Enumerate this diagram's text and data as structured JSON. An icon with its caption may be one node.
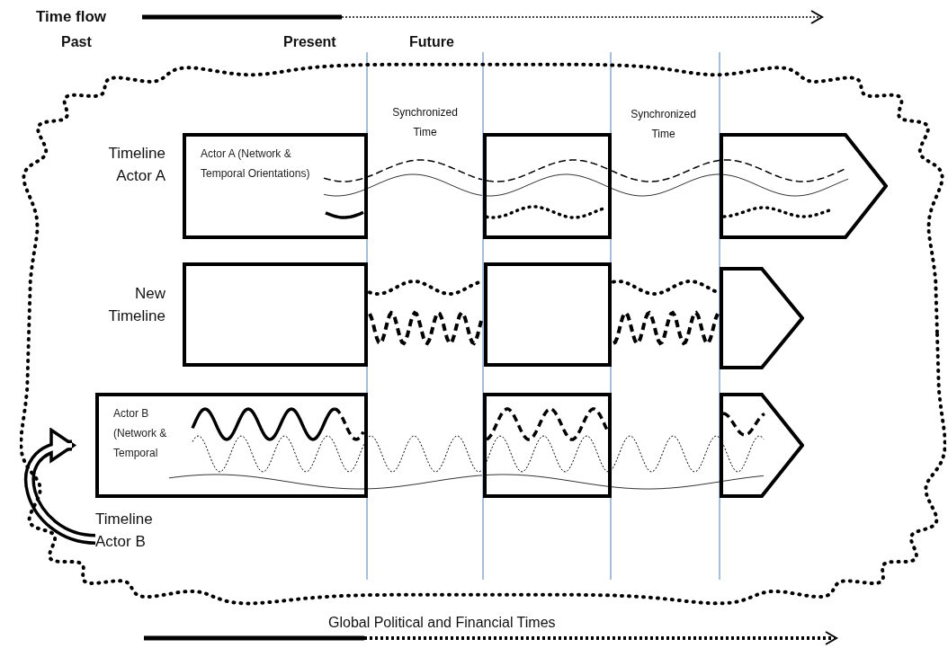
{
  "diagram": {
    "nodes": [
      {
        "text": [],
        "shape": "cloud"
      },
      {
        "text": [
          "Actor A (Network & Temporal Orientations)"
        ],
        "in": 0
      },
      {
        "text": [],
        "shape": "box",
        "in": 0
      },
      {
        "text": [],
        "shape": "pentagon",
        "in": 0
      },
      {
        "text": [],
        "shape": "box",
        "in": 0
      },
      {
        "text": [],
        "shape": "box",
        "in": 0
      },
      {
        "text": [],
        "shape": "pentagon",
        "in": 0
      },
      {
        "text": [
          "Actor B (Network & Temporal"
        ],
        "in": 0
      },
      {
        "text": [],
        "shape": "box",
        "in": 0
      },
      {
        "text": [],
        "shape": "pentagon",
        "in": 0
      },
      {
        "text": [
          "Timeline Actor B"
        ],
        "in": 0
      }
    ],
    "edges": [
      {
        "from": 10,
        "to": 7,
        "arrow": "to",
        "style": "thick"
      },
      {
        "from": 1,
        "to": 2,
        "arrow": "none",
        "style": "dashed"
      },
      {
        "from": 2,
        "to": 3,
        "arrow": "none",
        "style": "dashed"
      },
      {
        "from": 1,
        "to": 2,
        "arrow": "none"
      },
      {
        "from": 2,
        "to": 3,
        "arrow": "none"
      },
      {
        "from": 4,
        "to": 5,
        "arrow": "none",
        "style": "dashed"
      },
      {
        "from": 4,
        "to": 5,
        "arrow": "none",
        "style": "dashed"
      },
      {
        "from": 5,
        "to": 6,
        "arrow": "none",
        "style": "dashed"
      },
      {
        "from": 5,
        "to": 6,
        "arrow": "none",
        "style": "dashed"
      },
      {
        "from": 7,
        "to": 8,
        "arrow": "none",
        "style": "dashed"
      },
      {
        "from": 8,
        "to": 9,
        "arrow": "none",
        "style": "dashed"
      },
      {
        "from": 7,
        "to": 8,
        "arrow": "none"
      },
      {
        "from": 8,
        "to": 9,
        "arrow": "none"
      }
    ],
    "labels": [
      "Time flow",
      "Past",
      "Present",
      "Future",
      "Synchronized Time",
      "Synchronized Time",
      "Timeline Actor A",
      "New Timeline",
      "Global Political and Financial Times"
    ]
  }
}
